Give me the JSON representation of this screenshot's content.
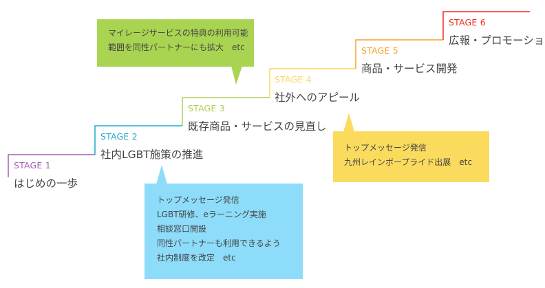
{
  "colors": {
    "stage1": "#a35fb4",
    "stage2": "#1ea9d2",
    "stage3": "#a9d452",
    "stage4": "#f8d762",
    "stage5": "#f7a12a",
    "stage6": "#ef2b20",
    "green_box": "#a9d452",
    "yellow_box": "#fbdb5e",
    "blue_box": "#8ddcfa"
  },
  "stages": [
    {
      "label": "STAGE 1",
      "title": "はじめの一歩"
    },
    {
      "label": "STAGE 2",
      "title": "社内LGBT施策の推進"
    },
    {
      "label": "STAGE 3",
      "title": "既存商品・サービスの見直し"
    },
    {
      "label": "STAGE 4",
      "title": "社外へのアピール"
    },
    {
      "label": "STAGE 5",
      "title": "商品・サービス開発"
    },
    {
      "label": "STAGE 6",
      "title": "広報・プロモーション"
    }
  ],
  "callouts": {
    "green": [
      "マイレージサービスの特典の利用可能",
      "範囲を同性パートナーにも拡大　etc"
    ],
    "yellow": [
      "トップメッセージ発信",
      "九州レインボープライド出展　etc"
    ],
    "blue": [
      "トップメッセージ発信",
      "LGBT研修、eラーニング実施",
      "相談窓口開設",
      "同性パートナーも利用できるよう",
      "社内制度を改定　etc"
    ]
  }
}
